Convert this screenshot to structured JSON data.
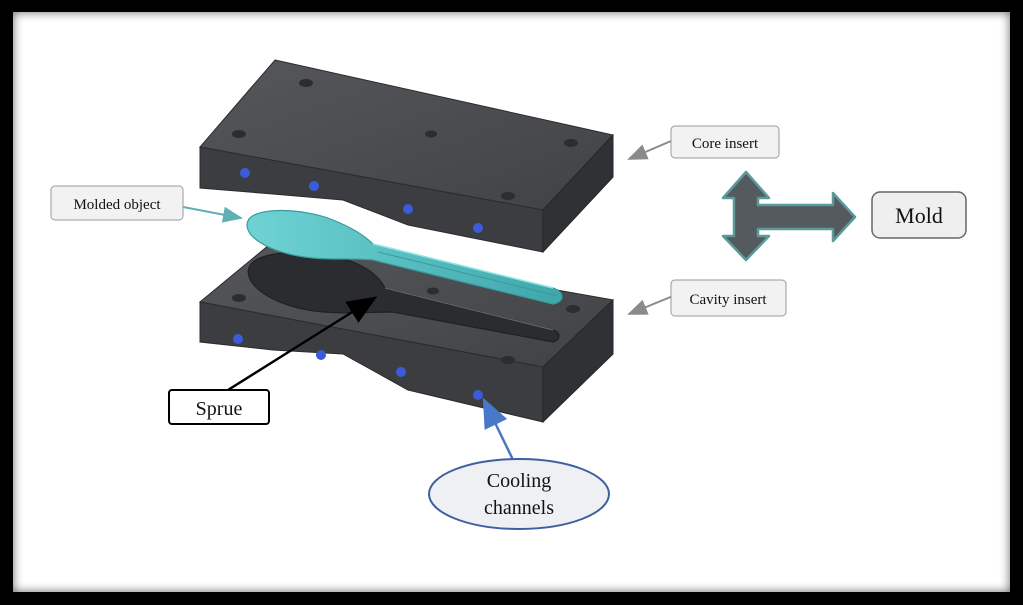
{
  "labels": {
    "core_insert": "Core insert",
    "cavity_insert": "Cavity insert",
    "molded_object": "Molded object",
    "mold": "Mold",
    "sprue": "Sprue",
    "cooling_line1": "Cooling",
    "cooling_line2": "channels"
  },
  "colors": {
    "block_top": "#4b4d50",
    "block_front": "#3a3c3f",
    "block_side": "#2f3134",
    "molded_object": "#5fc6c8",
    "cooling_hole": "#3b5bdb",
    "arrow_fill": "#555a5e",
    "arrow_edge": "#5a9a9a",
    "cooling_ellipse_border": "#3f5f9f",
    "pointer_gray": "#8a8a8a",
    "pointer_teal": "#5fb0b4",
    "pointer_blue": "#4a78c8"
  }
}
